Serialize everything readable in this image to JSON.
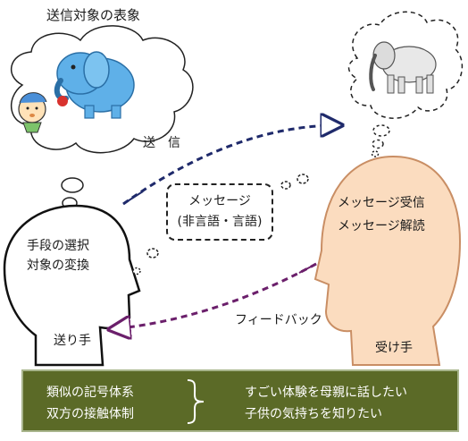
{
  "title": "送信対象の表象",
  "send_label": "送　信",
  "sender": {
    "head_lines": [
      "手段の選択",
      "対象の変換"
    ],
    "label": "送り手"
  },
  "receiver": {
    "head_lines": [
      "メッセージ受信",
      "メッセージ解読"
    ],
    "label": "受け手"
  },
  "message": {
    "line1": "メッセージ",
    "line2": "(非言語・言語)"
  },
  "feedback_label": "フィードバック",
  "bottom": {
    "left_lines": [
      "類似の記号体系",
      "双方の接触体制"
    ],
    "right_lines": [
      "すごい体験を母親に話したい",
      "子供の気持ちを知りたい"
    ]
  },
  "colors": {
    "send_arrow": "#1f2a6b",
    "feedback_arrow": "#6b1f6b",
    "receiver_head": "#fbdcbf",
    "sender_head": "#ffffff",
    "bottom_bar": "#5b6a27",
    "elephant_blue": "#5fb0e8"
  }
}
